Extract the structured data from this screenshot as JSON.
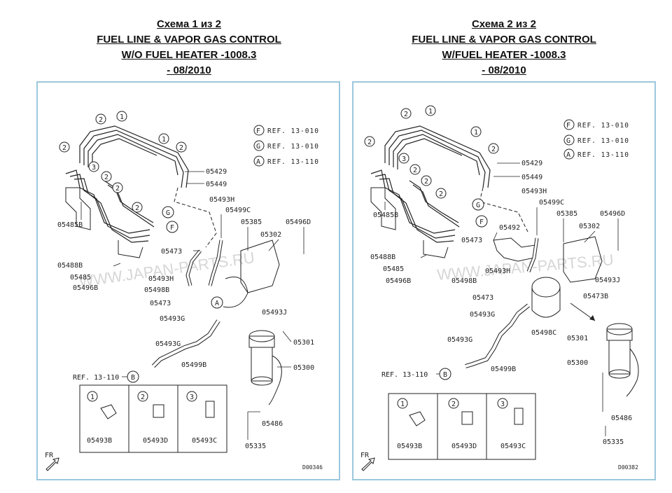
{
  "diagrams": [
    {
      "scheme": "Схема 1 из 2",
      "title_line1": "FUEL LINE & VAPOR GAS CONTROL",
      "title_line2": "W/O FUEL HEATER -1008.3",
      "title_line3": "- 08/2010",
      "refs": [
        {
          "letter": "F",
          "text": "REF. 13-010"
        },
        {
          "letter": "G",
          "text": "REF. 13-010"
        },
        {
          "letter": "A",
          "text": "REF. 13-110"
        }
      ],
      "parts": {
        "p05429": "05429",
        "p05449": "05449",
        "p05493H": "05493H",
        "p05499C": "05499C",
        "p05385": "05385",
        "p05496D": "05496D",
        "p05302": "05302",
        "p05485B": "05485B",
        "p05473a": "05473",
        "p05488B": "05488B",
        "p05485": "05485",
        "p05496B": "05496B",
        "p05493H2": "05493H",
        "p05498B": "05498B",
        "p05473b": "05473",
        "p05493J": "05493J",
        "p05493G": "05493G",
        "p05493G2": "05493G",
        "p05301": "05301",
        "p05300": "05300",
        "p05499B": "05499B",
        "ref13110": "REF. 13-110",
        "p05486": "05486",
        "p05335": "05335"
      },
      "legend": [
        {
          "num": "1",
          "part": "05493B"
        },
        {
          "num": "2",
          "part": "05493D"
        },
        {
          "num": "3",
          "part": "05493C"
        }
      ],
      "fr": "FR",
      "code": "D00346",
      "watermark": "WWW.JAPAN-PARTS.RU"
    },
    {
      "scheme": "Схема 2 из 2",
      "title_line1": "FUEL LINE & VAPOR GAS CONTROL",
      "title_line2": "W/FUEL HEATER -1008.3",
      "title_line3": "- 08/2010",
      "refs": [
        {
          "letter": "F",
          "text": "REF. 13-010"
        },
        {
          "letter": "G",
          "text": "REF. 13-010"
        },
        {
          "letter": "A",
          "text": "REF. 13-110"
        }
      ],
      "parts": {
        "p05429": "05429",
        "p05449": "05449",
        "p05493H": "05493H",
        "p05499C": "05499C",
        "p05385": "05385",
        "p05496D": "05496D",
        "p05302": "05302",
        "p05485B": "05485B",
        "p05492": "05492",
        "p05473a": "05473",
        "p05488B": "05488B",
        "p05485": "05485",
        "p05496B": "05496B",
        "p05493H2": "05493H",
        "p05498B": "05498B",
        "p05473B": "05473B",
        "p05493J": "05493J",
        "p05473b": "05473",
        "p05493G": "05493G",
        "p05498C": "05498C",
        "p05301": "05301",
        "p05493G2": "05493G",
        "p05300": "05300",
        "p05499B": "05499B",
        "ref13110": "REF. 13-110",
        "p05486": "05486",
        "p05335": "05335"
      },
      "legend": [
        {
          "num": "1",
          "part": "05493B"
        },
        {
          "num": "2",
          "part": "05493D"
        },
        {
          "num": "3",
          "part": "05493C"
        }
      ],
      "fr": "FR",
      "code": "D00382",
      "watermark": "WWW.JAPAN-PARTS.RU"
    }
  ]
}
